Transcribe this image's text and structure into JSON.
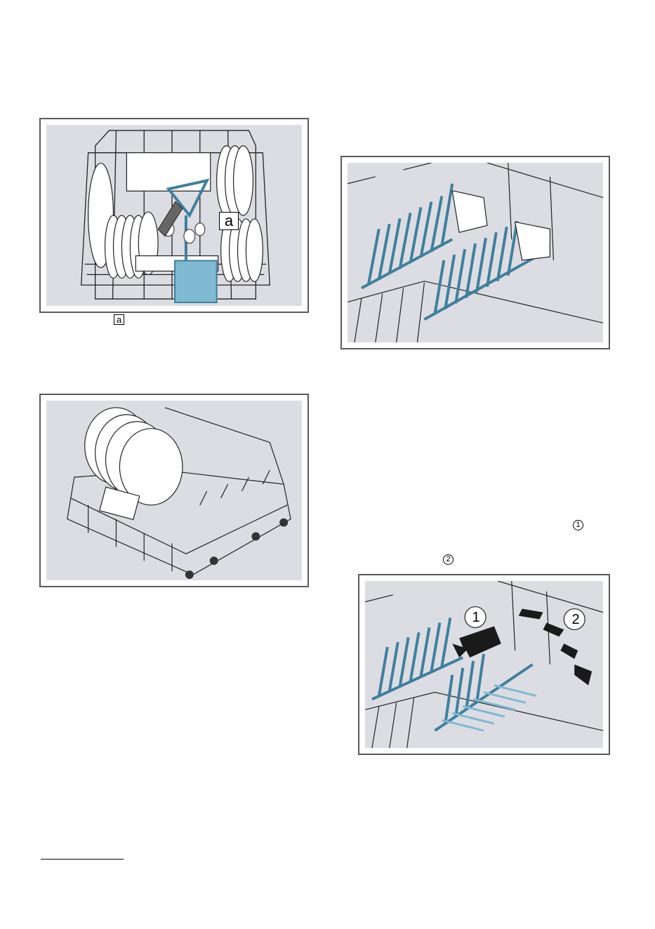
{
  "figures": {
    "upper_basket": {
      "callout_label": "a"
    },
    "lower_basket": {},
    "tines_folded_up": {},
    "tines_fold_steps": {
      "step1_label": "1",
      "step2_label": "2"
    }
  },
  "text": {
    "legend_marker": "a",
    "step1_marker": "1",
    "step2_marker": "2"
  },
  "colors": {
    "figure_bg": "#dcdde2",
    "frame": "#5a5a5a",
    "accent_blue": "#3f7f9e",
    "wire": "#222222"
  }
}
